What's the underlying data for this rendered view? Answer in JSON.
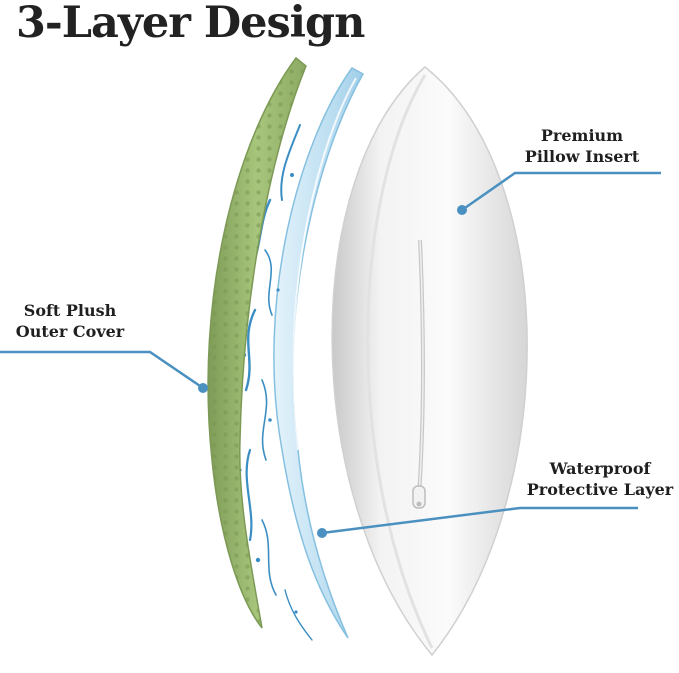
{
  "title": "3-Layer Design",
  "labels": {
    "premium": {
      "line1": "Premium",
      "line2": "Pillow Insert"
    },
    "soft": {
      "line1": "Soft Plush",
      "line2": "Outer Cover"
    },
    "waterproof": {
      "line1": "Waterproof",
      "line2": "Protective Layer"
    }
  },
  "colors": {
    "title": "#222222",
    "label_text": "#1f1f1f",
    "callout_line": "#4a90c0",
    "plush_cover": "#9ebc72",
    "waterproof_layer": "#c7e5f4",
    "pillow_insert": "#f2f2f2",
    "water_splash": "#3b8ec4"
  }
}
